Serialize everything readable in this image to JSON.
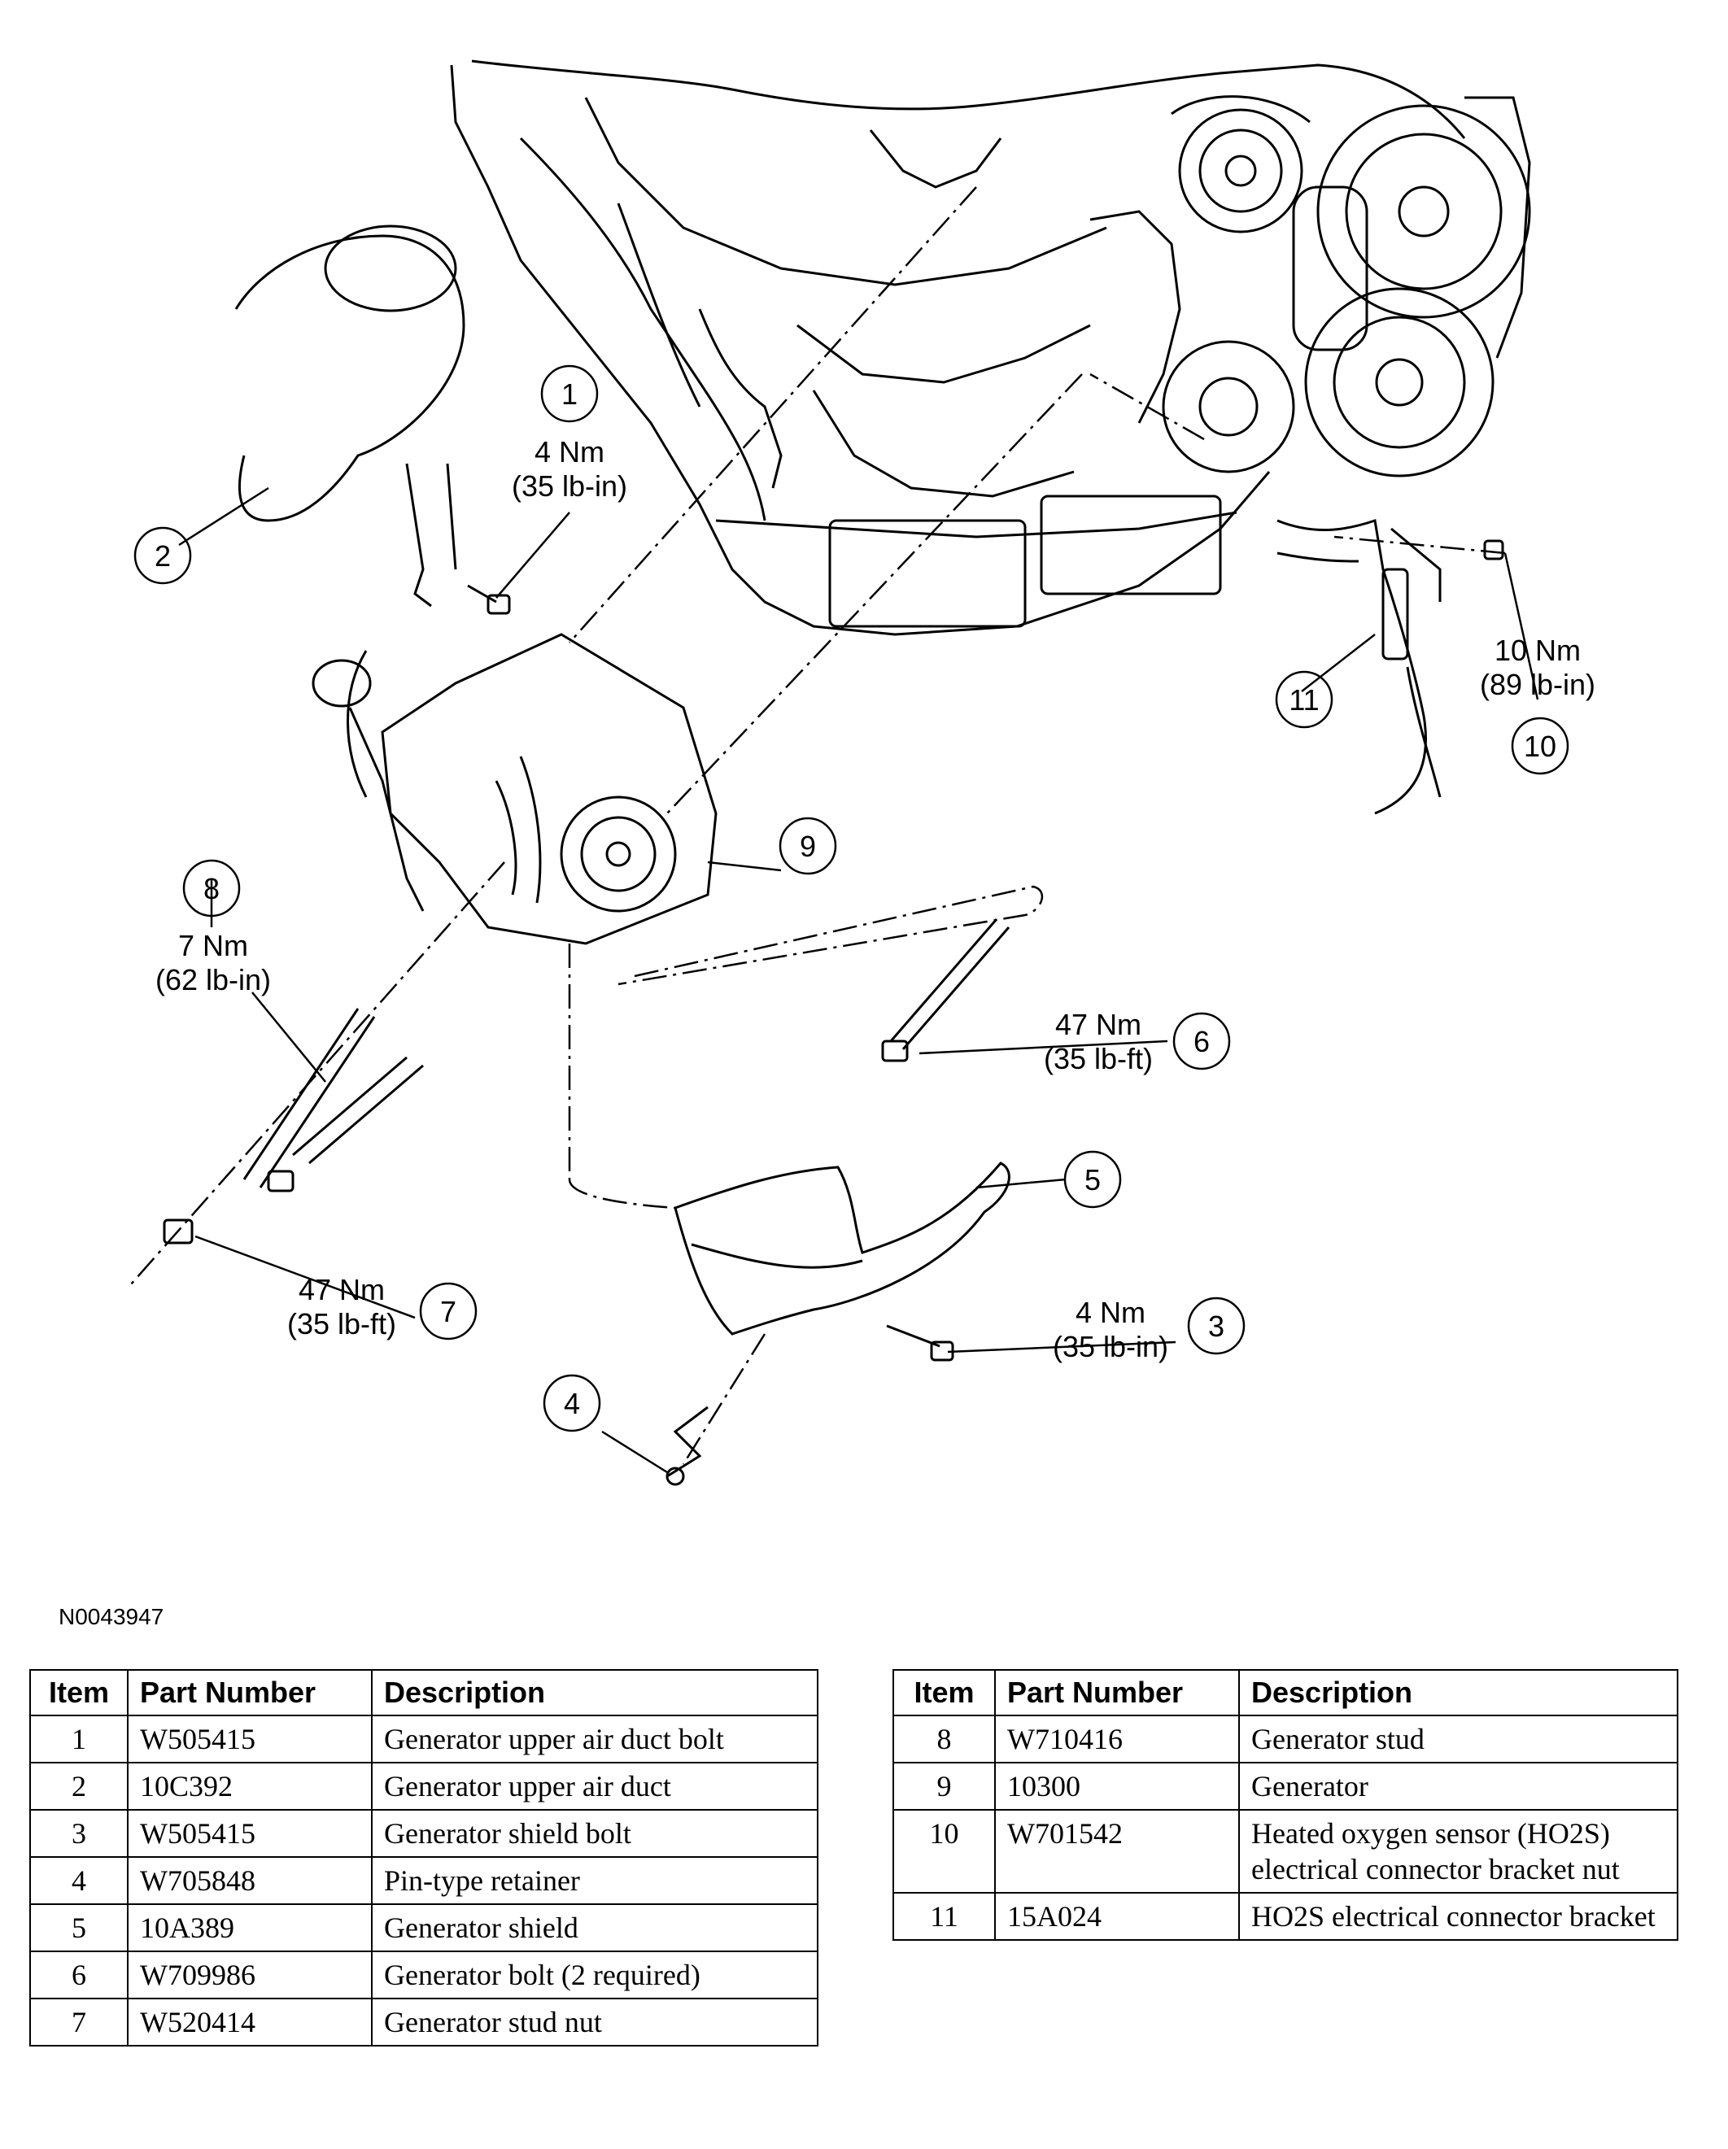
{
  "figure_id": "N0043947",
  "callouts": [
    {
      "num": "1",
      "torque_nm": "4 Nm",
      "torque_imp": "(35 lb-in)"
    },
    {
      "num": "2"
    },
    {
      "num": "3",
      "torque_nm": "4 Nm",
      "torque_imp": "(35 lb-in)"
    },
    {
      "num": "4"
    },
    {
      "num": "5"
    },
    {
      "num": "6",
      "torque_nm": "47 Nm",
      "torque_imp": "(35 lb-ft)"
    },
    {
      "num": "7",
      "torque_nm": "47 Nm",
      "torque_imp": "(35 lb-ft)"
    },
    {
      "num": "8",
      "torque_nm": "7 Nm",
      "torque_imp": "(62 lb-in)"
    },
    {
      "num": "9"
    },
    {
      "num": "10",
      "torque_nm": "10 Nm",
      "torque_imp": "(89 lb-in)"
    },
    {
      "num": "11"
    }
  ],
  "table_headers": {
    "item": "Item",
    "part_number": "Part Number",
    "description": "Description"
  },
  "table_left": [
    {
      "item": "1",
      "part": "W505415",
      "desc": "Generator upper air duct bolt"
    },
    {
      "item": "2",
      "part": "10C392",
      "desc": "Generator upper air duct"
    },
    {
      "item": "3",
      "part": "W505415",
      "desc": "Generator shield bolt"
    },
    {
      "item": "4",
      "part": "W705848",
      "desc": "Pin-type retainer"
    },
    {
      "item": "5",
      "part": "10A389",
      "desc": "Generator shield"
    },
    {
      "item": "6",
      "part": "W709986",
      "desc": "Generator bolt (2 required)"
    },
    {
      "item": "7",
      "part": "W520414",
      "desc": "Generator stud nut"
    }
  ],
  "table_right": [
    {
      "item": "8",
      "part": "W710416",
      "desc": "Generator stud"
    },
    {
      "item": "9",
      "part": "10300",
      "desc": "Generator"
    },
    {
      "item": "10",
      "part": "W701542",
      "desc": "Heated oxygen sensor (HO2S) electrical connector bracket nut"
    },
    {
      "item": "11",
      "part": "15A024",
      "desc": "HO2S electrical connector bracket"
    }
  ]
}
